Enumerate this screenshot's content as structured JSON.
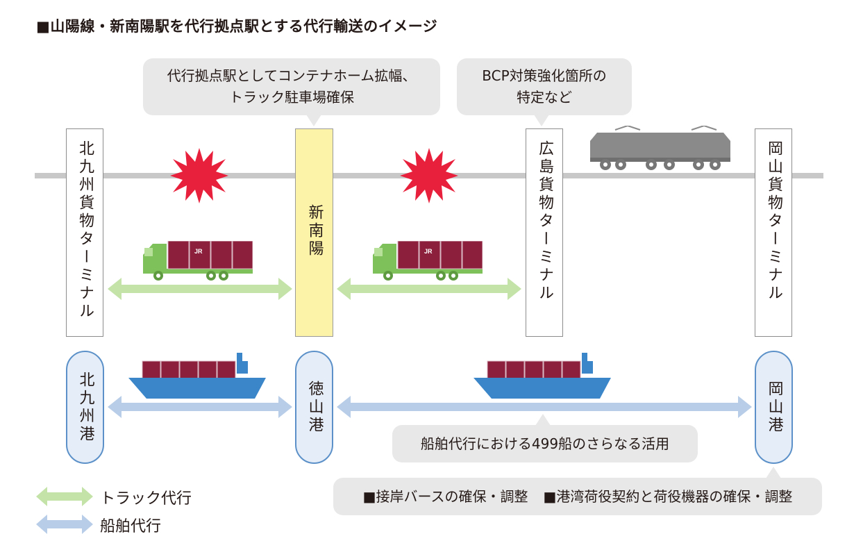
{
  "title": "■山陽線・新南陽駅を代行拠点駅とする代行輸送のイメージ",
  "callouts": {
    "hub": {
      "line1": "代行拠点駅としてコンテナホーム拡幅、",
      "line2": "トラック駐車場確保"
    },
    "bcp": {
      "line1": "BCP対策強化箇所の",
      "line2": "特定など"
    },
    "ship": "船舶代行における499船のさらなる活用",
    "port": {
      "item1": "■接岸バースの確保・調整",
      "item2": "■港湾荷役契約と荷役機器の確保・調整"
    }
  },
  "stations": {
    "kitakyushu_terminal": "北九州貨物ターミナル",
    "shinnanyo": "新南陽",
    "hiroshima_terminal": "広島貨物ターミナル",
    "okayama_terminal": "岡山貨物ターミナル"
  },
  "ports": {
    "kitakyushu": "北九州港",
    "tokuyama": "徳山港",
    "okayama": "岡山港"
  },
  "legend": {
    "truck": "トラック代行",
    "ship": "船舶代行"
  },
  "container_mark": "JR",
  "colors": {
    "truck_arrow": "#c3e3a8",
    "ship_arrow": "#b8cde8",
    "disruption": "#e8203c",
    "truck_cab": "#7ec05a",
    "container": "#8c1f3c",
    "ship_hull": "#3a86c8",
    "locomotive": "#8a8a8a",
    "hub_fill": "#fdf3a8",
    "port_fill": "#e4edf8",
    "port_border": "#5b91c8",
    "callout": "#e8e8e8"
  }
}
